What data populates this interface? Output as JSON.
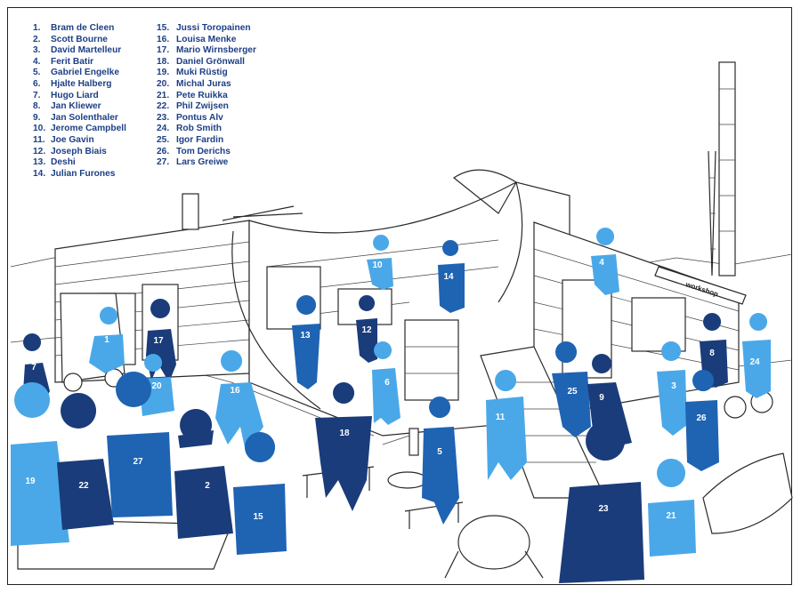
{
  "legend": [
    {
      "num": "1.",
      "name": "Bram de Cleen"
    },
    {
      "num": "2.",
      "name": "Scott Bourne"
    },
    {
      "num": "3.",
      "name": "David Martelleur"
    },
    {
      "num": "4.",
      "name": "Ferit Batir"
    },
    {
      "num": "5.",
      "name": "Gabriel Engelke"
    },
    {
      "num": "6.",
      "name": "Hjalte Halberg"
    },
    {
      "num": "7.",
      "name": "Hugo Liard"
    },
    {
      "num": "8.",
      "name": "Jan Kliewer"
    },
    {
      "num": "9.",
      "name": "Jan Solenthaler"
    },
    {
      "num": "10.",
      "name": "Jerome Campbell"
    },
    {
      "num": "11.",
      "name": "Joe Gavin"
    },
    {
      "num": "12.",
      "name": "Joseph Biais"
    },
    {
      "num": "13.",
      "name": "Deshi"
    },
    {
      "num": "14.",
      "name": "Julian Furones"
    },
    {
      "num": "15.",
      "name": "Jussi Toropainen"
    },
    {
      "num": "16.",
      "name": "Louisa Menke"
    },
    {
      "num": "17.",
      "name": "Mario Wirnsberger"
    },
    {
      "num": "18.",
      "name": "Daniel Grönwall"
    },
    {
      "num": "19.",
      "name": "Muki Rüstig"
    },
    {
      "num": "20.",
      "name": "Michal Juras"
    },
    {
      "num": "21.",
      "name": "Pete Ruikka"
    },
    {
      "num": "22.",
      "name": "Phil Zwijsen"
    },
    {
      "num": "23.",
      "name": "Pontus Alv"
    },
    {
      "num": "24.",
      "name": "Rob Smith"
    },
    {
      "num": "25.",
      "name": "Igor Fardin"
    },
    {
      "num": "26.",
      "name": "Tom Derichs"
    },
    {
      "num": "27.",
      "name": "Lars Greiwe"
    }
  ],
  "figure_labels": [
    "1",
    "2",
    "3",
    "4",
    "5",
    "6",
    "7",
    "8",
    "9",
    "10",
    "11",
    "12",
    "13",
    "14",
    "15",
    "16",
    "17",
    "18",
    "19",
    "20",
    "21",
    "22",
    "23",
    "24",
    "25",
    "26",
    "27"
  ],
  "colors": {
    "legend_text": "#1d3f86",
    "navy": "#1a3c7a",
    "royal": "#1f63b3",
    "sky": "#4aa8e8",
    "line": "#2a2a2a"
  }
}
